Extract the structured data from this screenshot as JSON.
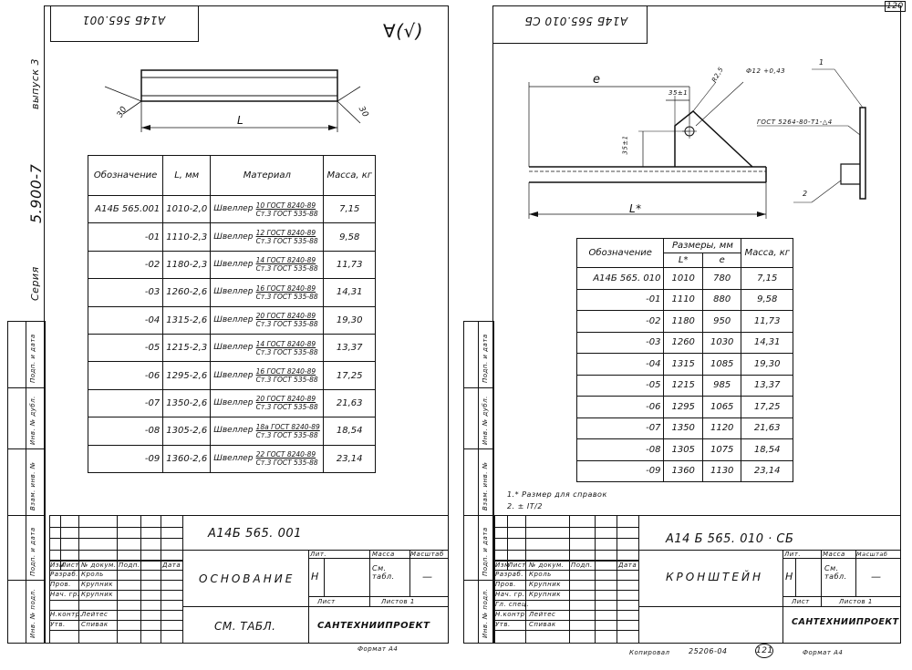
{
  "left_margin": {
    "series_label": "Серия",
    "series_number": "5.900-7",
    "issue_label": "выпуск 3",
    "stamp_labels": [
      "Инв. № подл.",
      "Подп. и дата",
      "Взам. инв. №",
      "Инв. № дубл.",
      "Подп. и дата"
    ]
  },
  "left_sheet": {
    "corner_code": "А14Б 565.001",
    "roughness": "∀(√)",
    "dim_L": "L",
    "angle_left": "30",
    "angle_right": "30",
    "table": {
      "headers": [
        "Обозначение",
        "L, мм",
        "Материал",
        "Масса, кг"
      ],
      "rows": [
        {
          "code": "А14Б 565.001",
          "L": "1010-2,0",
          "mat_name": "Швеллер",
          "mat_top": "10 ГОСТ 8240-89",
          "mat_bot": "Ст.3 ГОСТ 535-88",
          "mass": "7,15"
        },
        {
          "code": "-01",
          "L": "1110-2,3",
          "mat_name": "Швеллер",
          "mat_top": "12 ГОСТ 8240-89",
          "mat_bot": "Ст.3 ГОСТ 535-88",
          "mass": "9,58"
        },
        {
          "code": "-02",
          "L": "1180-2,3",
          "mat_name": "Швеллер",
          "mat_top": "14 ГОСТ 8240-89",
          "mat_bot": "Ст.3 ГОСТ 535-88",
          "mass": "11,73"
        },
        {
          "code": "-03",
          "L": "1260-2,6",
          "mat_name": "Швеллер",
          "mat_top": "16 ГОСТ 8240-89",
          "mat_bot": "Ст.3 ГОСТ 535-88",
          "mass": "14,31"
        },
        {
          "code": "-04",
          "L": "1315-2,6",
          "mat_name": "Швеллер",
          "mat_top": "20 ГОСТ 8240-89",
          "mat_bot": "Ст.3 ГОСТ 535-88",
          "mass": "19,30"
        },
        {
          "code": "-05",
          "L": "1215-2,3",
          "mat_name": "Швеллер",
          "mat_top": "14 ГОСТ 8240-89",
          "mat_bot": "Ст.3 ГОСТ 535-88",
          "mass": "13,37"
        },
        {
          "code": "-06",
          "L": "1295-2,6",
          "mat_name": "Швеллер",
          "mat_top": "16 ГОСТ 8240-89",
          "mat_bot": "Ст.3 ГОСТ 535-88",
          "mass": "17,25"
        },
        {
          "code": "-07",
          "L": "1350-2,6",
          "mat_name": "Швеллер",
          "mat_top": "20 ГОСТ 8240-89",
          "mat_bot": "Ст.3 ГОСТ 535-88",
          "mass": "21,63"
        },
        {
          "code": "-08",
          "L": "1305-2,6",
          "mat_name": "Швеллер",
          "mat_top": "18а ГОСТ 8240-89",
          "mat_bot": "Ст.3 ГОСТ 535-88",
          "mass": "18,54"
        },
        {
          "code": "-09",
          "L": "1360-2,6",
          "mat_name": "Швеллер",
          "mat_top": "22 ГОСТ 8240-89",
          "mat_bot": "Ст.3 ГОСТ 535-88",
          "mass": "23,14"
        }
      ]
    },
    "title_block": {
      "doc_code": "А14Б 565. 001",
      "name": "Основание",
      "lit_label": "Лит.",
      "mass_label": "Масса",
      "scale_label": "Масштаб",
      "lit_value": "Н",
      "mass_value": "См. табл.",
      "scale_value": "—",
      "sheet_label": "Лист",
      "sheets_label": "Листов 1",
      "material": "См. табл.",
      "org": "САНТЕХНИИПРОЕКТ",
      "format": "Формат А4",
      "col_headers": [
        "Изм",
        "Лист",
        "№ докум.",
        "Подп.",
        "Дата"
      ],
      "roles": [
        {
          "role": "Разраб.",
          "name": "Кроль"
        },
        {
          "role": "Пров.",
          "name": "Крупник"
        },
        {
          "role": "Нач. гр.",
          "name": "Крупник"
        },
        {
          "role": "",
          "name": ""
        },
        {
          "role": "Н.контр.",
          "name": "Лейтес"
        },
        {
          "role": "Утв.",
          "name": "Спивак"
        }
      ]
    }
  },
  "right_sheet": {
    "corner_code": "А14Б 565.010 СБ",
    "sheet_no": "120",
    "dim_e": "e",
    "dim_L_star": "L*",
    "dim_35_top": "35±1",
    "dim_35_side": "35±1",
    "dim_r25": "R2,5",
    "dim_hole": "Ф12 +0,43",
    "pos_1": "1",
    "pos_2": "2",
    "gost_note": "ГОСТ 5264-80-Т1-△4",
    "table": {
      "headers": [
        "Обозначение",
        "Размеры, мм",
        "Масса, кг"
      ],
      "sub_headers": [
        "L*",
        "e"
      ],
      "rows": [
        {
          "code": "А14Б 565. 010",
          "L": "1010",
          "e": "780",
          "mass": "7,15"
        },
        {
          "code": "-01",
          "L": "1110",
          "e": "880",
          "mass": "9,58"
        },
        {
          "code": "-02",
          "L": "1180",
          "e": "950",
          "mass": "11,73"
        },
        {
          "code": "-03",
          "L": "1260",
          "e": "1030",
          "mass": "14,31"
        },
        {
          "code": "-04",
          "L": "1315",
          "e": "1085",
          "mass": "19,30"
        },
        {
          "code": "-05",
          "L": "1215",
          "e": "985",
          "mass": "13,37"
        },
        {
          "code": "-06",
          "L": "1295",
          "e": "1065",
          "mass": "17,25"
        },
        {
          "code": "-07",
          "L": "1350",
          "e": "1120",
          "mass": "21,63"
        },
        {
          "code": "-08",
          "L": "1305",
          "e": "1075",
          "mass": "18,54"
        },
        {
          "code": "-09",
          "L": "1360",
          "e": "1130",
          "mass": "23,14"
        }
      ]
    },
    "notes": [
      "1.* Размер для справок",
      "2. ± IT/2"
    ],
    "title_block": {
      "doc_code": "А14 Б 565. 010 · СБ",
      "name": "Кронштейн",
      "lit_label": "Лит.",
      "mass_label": "Масса",
      "scale_label": "Масштаб",
      "lit_value": "Н",
      "mass_value": "См. табл.",
      "scale_value": "—",
      "sheet_label": "Лист",
      "sheets_label": "Листов 1",
      "org": "САНТЕХНИИПРОЕКТ",
      "col_headers": [
        "Изм",
        "Лист",
        "№ докум.",
        "Подп.",
        "Дата"
      ],
      "roles": [
        {
          "role": "Разраб.",
          "name": "Кроль"
        },
        {
          "role": "Пров.",
          "name": "Крупник"
        },
        {
          "role": "Нач. гр.",
          "name": "Крупник"
        },
        {
          "role": "Гл. спец.",
          "name": ""
        },
        {
          "role": "Н.контр.",
          "name": "Лейтес"
        },
        {
          "role": "Утв.",
          "name": "Спивак"
        }
      ]
    },
    "footer": {
      "copied": "Копировал",
      "number": "25206-04",
      "page": "121",
      "format": "Формат А4"
    }
  }
}
